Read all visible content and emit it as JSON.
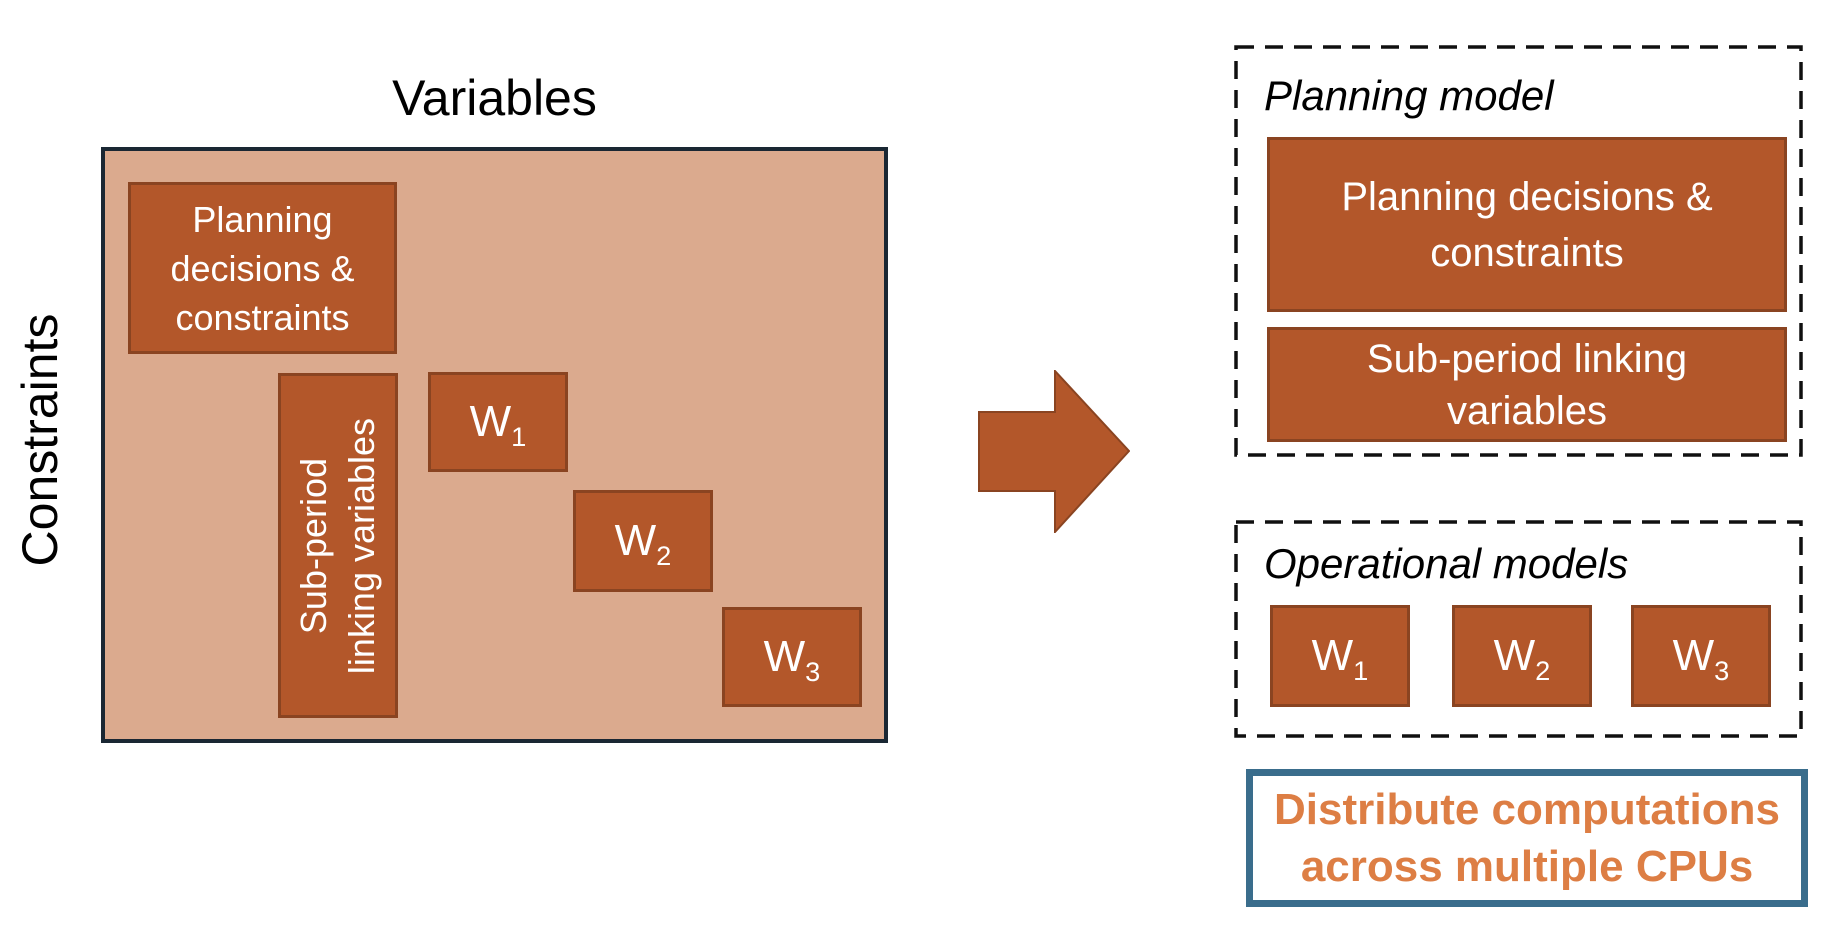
{
  "colors": {
    "block_fill": "#b3572a",
    "block_border": "#8a4421",
    "matrix_fill": "#dbaa8e",
    "matrix_border": "#1a2733",
    "dashed_border": "#101010",
    "distribute_border": "#3a6d8c",
    "distribute_text": "#dd7e44",
    "block_text": "#ffffff",
    "label_text": "#000000"
  },
  "matrix": {
    "x_axis_label": "Variables",
    "y_axis_label": "Constraints",
    "planning_block_text": "Planning\ndecisions &\nconstraints",
    "linking_block_text": "Sub-period\nlinking variables",
    "w_blocks": [
      {
        "base": "W",
        "sub": "1"
      },
      {
        "base": "W",
        "sub": "2"
      },
      {
        "base": "W",
        "sub": "3"
      }
    ]
  },
  "planning_model": {
    "title": "Planning model",
    "block1_text": "Planning decisions &\nconstraints",
    "block2_text": "Sub-period linking\nvariables"
  },
  "operational_models": {
    "title": "Operational models",
    "w_blocks": [
      {
        "base": "W",
        "sub": "1"
      },
      {
        "base": "W",
        "sub": "2"
      },
      {
        "base": "W",
        "sub": "3"
      }
    ]
  },
  "distribute_box": {
    "text": "Distribute computations\nacross multiple CPUs"
  }
}
